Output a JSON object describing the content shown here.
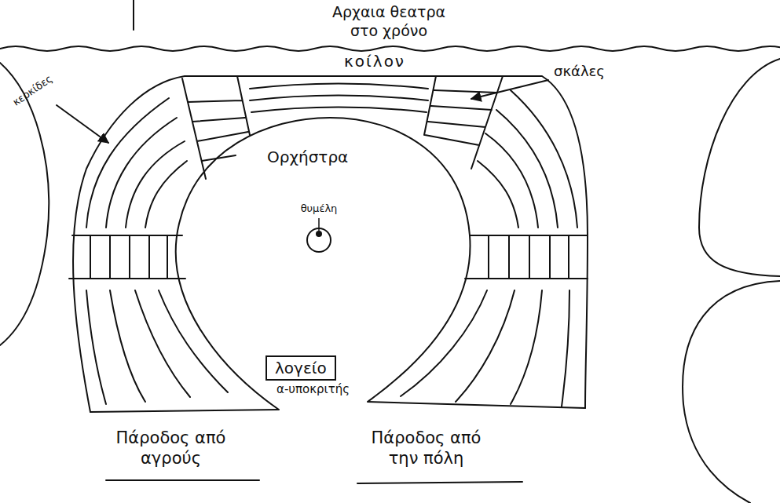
{
  "diagram": {
    "title": "Αρχαια θεατρα στο χρόνο",
    "nodes": [
      {
        "text": [
          "Ορχήστρα"
        ]
      },
      {
        "text": [
          "θυμέλη"
        ],
        "in": 0
      },
      {
        "text": [
          "λογείο"
        ]
      }
    ],
    "labels": [
      "κοίλον",
      "κερκίδες",
      "σκάλες",
      "α-υποκριτής",
      "Πάροδος από αγρούς",
      "Πάροδος από την πόλη"
    ]
  }
}
